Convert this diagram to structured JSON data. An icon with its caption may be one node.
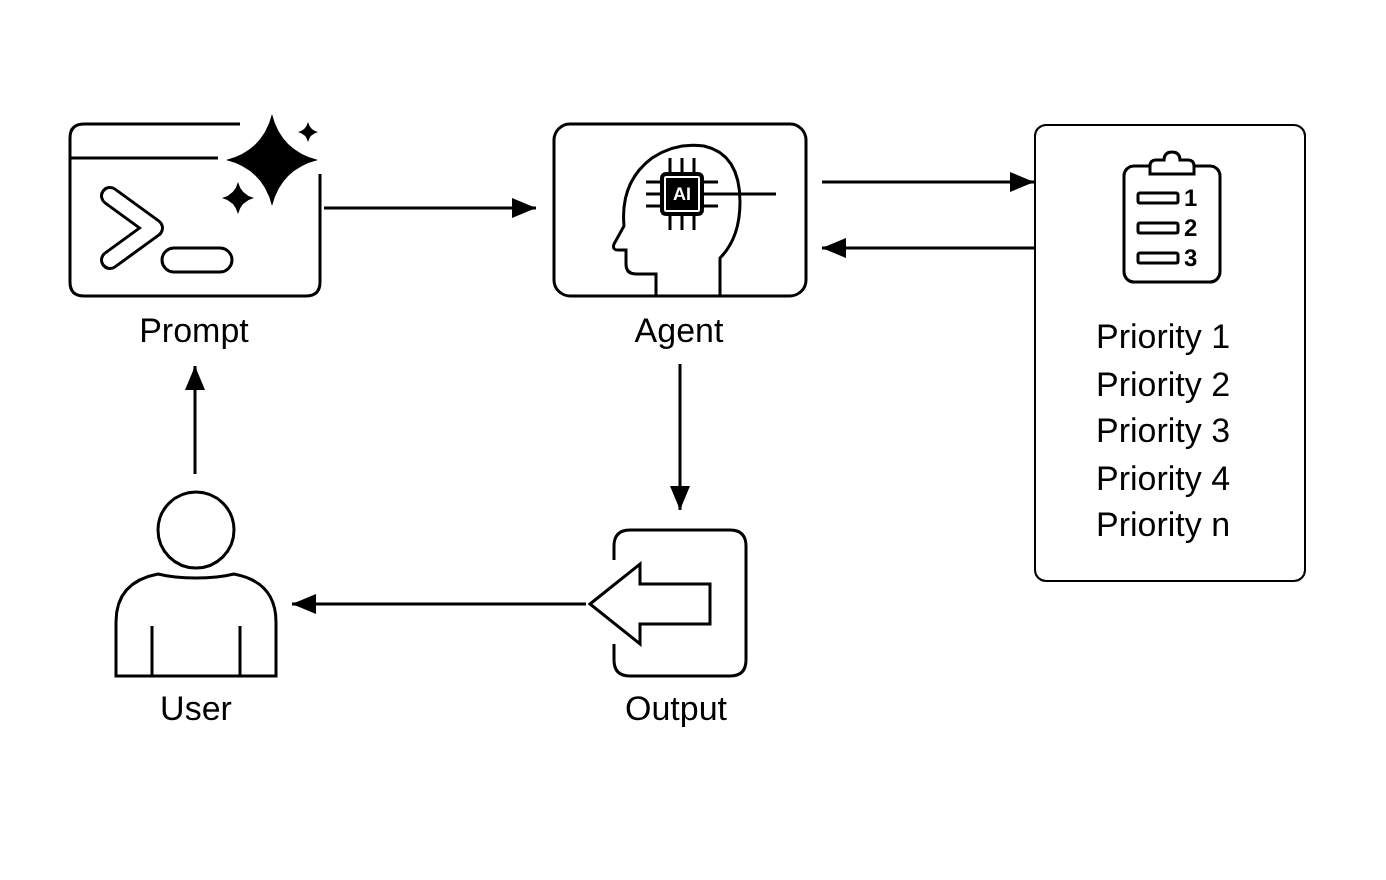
{
  "diagram": {
    "nodes": [
      {
        "text": [
          "Prompt"
        ]
      },
      {
        "text": [
          "Agent"
        ]
      },
      {
        "text": [
          "AI"
        ],
        "in": 1
      },
      {
        "text": [
          "Priority 1",
          "Priority 2",
          "Priority 3",
          "Priority 4",
          "Priority n"
        ]
      },
      {
        "text": [
          "1",
          "2",
          "3"
        ],
        "in": 3
      },
      {
        "text": [
          "User"
        ]
      },
      {
        "text": [
          "Output"
        ]
      }
    ],
    "edges": [
      {
        "from": 0,
        "to": 1,
        "arrow": "to"
      },
      {
        "from": 1,
        "to": 3,
        "arrow": "to"
      },
      {
        "from": 3,
        "to": 1,
        "arrow": "to"
      },
      {
        "from": 1,
        "to": 6,
        "arrow": "to"
      },
      {
        "from": 6,
        "to": 5,
        "arrow": "to"
      },
      {
        "from": 5,
        "to": 0,
        "arrow": "to"
      }
    ]
  }
}
